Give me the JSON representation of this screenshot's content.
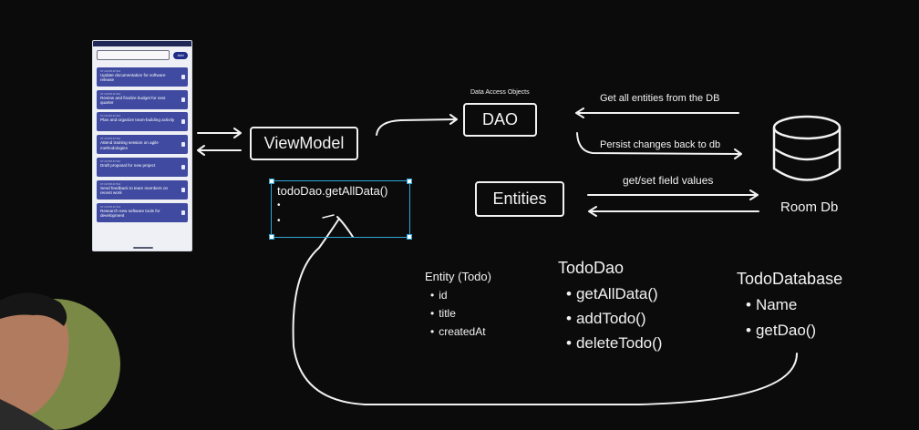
{
  "phone": {
    "add_label": "Add",
    "todos": [
      {
        "date": "07:19 PM 4/7/24",
        "title": "Update documentation for software release"
      },
      {
        "date": "07:19 PM 4/7/24",
        "title": "Review and finalize budget for next quarter"
      },
      {
        "date": "07:19 PM 4/7/24",
        "title": "Plan and organize team-building activity"
      },
      {
        "date": "07:19 PM 4/7/24",
        "title": "Attend training session on agile methodologies"
      },
      {
        "date": "07:19 PM 4/7/24",
        "title": "Draft proposal for new project"
      },
      {
        "date": "07:19 PM 4/7/24",
        "title": "Send feedback to team members on recent work"
      },
      {
        "date": "07:19 PM 4/7/24",
        "title": "Research new software tools for development"
      }
    ]
  },
  "diagram": {
    "viewmodel": "ViewModel",
    "dao": "DAO",
    "dao_caption": "Data Access Objects",
    "entities": "Entities",
    "room_db": "Room Db",
    "arrow_get_all": "Get all entities from the DB",
    "arrow_persist": "Persist changes back to db",
    "arrow_field_values": "get/set field values",
    "selection_text": "todoDao.getAllData()",
    "selection_bullets": [
      "",
      ""
    ]
  },
  "entity_block": {
    "title": "Entity (Todo)",
    "items": [
      "id",
      "title",
      "createdAt"
    ]
  },
  "tododao_block": {
    "title": "TodoDao",
    "items": [
      "getAllData()",
      "addTodo()",
      "deleteTodo()"
    ]
  },
  "tododatabase_block": {
    "title": "TodoDatabase",
    "items": [
      "Name",
      "getDao()"
    ]
  }
}
